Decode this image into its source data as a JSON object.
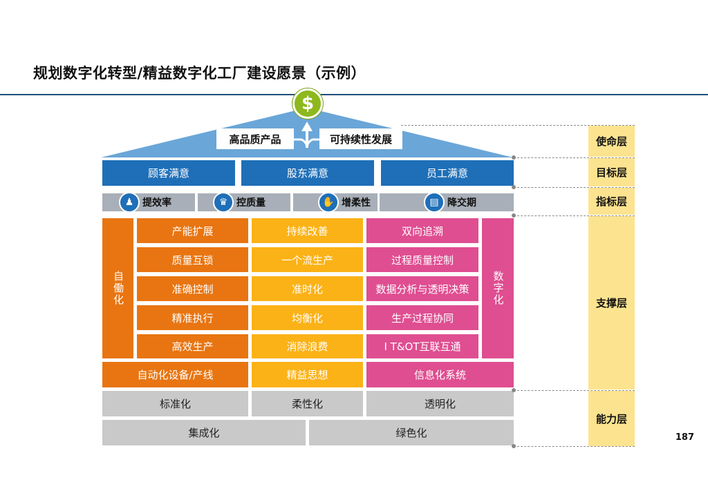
{
  "title": "规划数字化转型/精益数字化工厂建设愿景（示例）",
  "page_number": "187",
  "roof": {
    "left_label": "高品质产品",
    "right_label": "可持续性发展",
    "icon": "dollar-icon"
  },
  "goals": [
    "顾客满意",
    "股东满意",
    "员工满意"
  ],
  "indicators": [
    {
      "label": "提效率",
      "icon": "team-icon"
    },
    {
      "label": "控质量",
      "icon": "people-chart-icon"
    },
    {
      "label": "增柔性",
      "icon": "hands-icon"
    },
    {
      "label": "降交期",
      "icon": "presentation-icon"
    }
  ],
  "pillars": {
    "autonomation_label": "自働化",
    "autonomation_items": [
      "产能扩展",
      "质量互锁",
      "准确控制",
      "精准执行",
      "高效生产"
    ],
    "lean_items": [
      "持续改善",
      "一个流生产",
      "准时化",
      "均衡化",
      "消除浪费"
    ],
    "digital_items": [
      "双向追溯",
      "过程质量控制",
      "数据分析与透明决策",
      "生产过程协同",
      "I T&OT互联互通"
    ],
    "digital_label": "数字化"
  },
  "foundation_row": [
    "自动化设备/产线",
    "精益思想",
    "信息化系统"
  ],
  "capability_row1": [
    "标准化",
    "柔性化",
    "透明化"
  ],
  "capability_row2": [
    "集成化",
    "绿色化"
  ],
  "layers": [
    "使命层",
    "目标层",
    "指标层",
    "支撑层",
    "能力层"
  ],
  "colors": {
    "blue": "#1f6fb8",
    "roof": "#6aa6d8",
    "orange": "#e87511",
    "yellow": "#fbb216",
    "pink": "#df4e91",
    "grey": "#c9c9c9",
    "layer_bg": "#fce38f",
    "dollar": "#8db81e"
  }
}
